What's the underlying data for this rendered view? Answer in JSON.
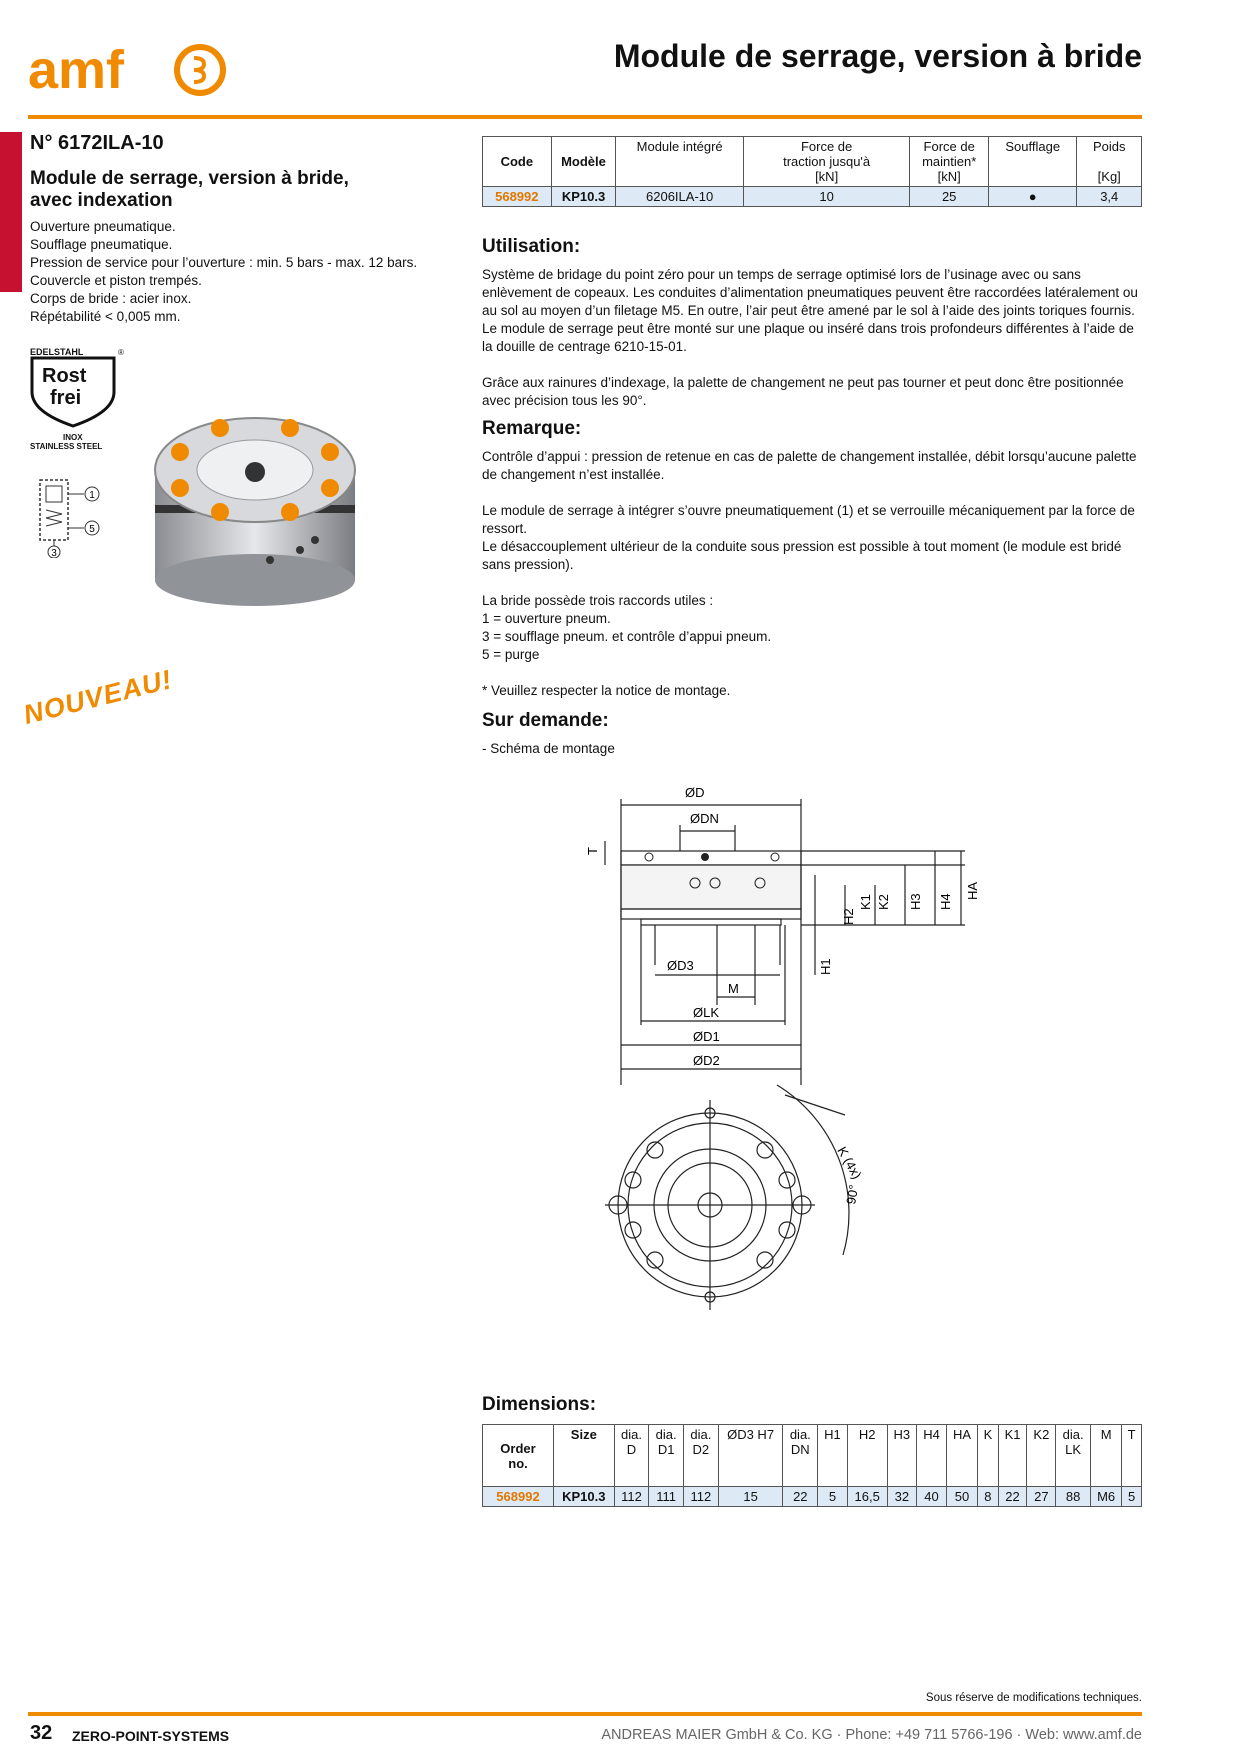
{
  "header": {
    "logo_text": "amf",
    "page_title": "Module de serrage, version à bride"
  },
  "product": {
    "article_no": "N° 6172ILA-10",
    "title_line1": "Module de serrage, version à bride,",
    "title_line2": "avec indexation",
    "features": [
      "Ouverture pneumatique.",
      "Soufflage pneumatique.",
      "Pression de service pour l’ouverture : min. 5 bars - max. 12 bars.",
      "Couvercle et piston trempés.",
      "Corps de bride : acier inox.",
      "Répétabilité < 0,005 mm."
    ],
    "badge": {
      "top": "EDELSTAHL",
      "line1": "Rost",
      "line2": "frei",
      "sub1": "INOX",
      "sub2": "STAINLESS STEEL"
    },
    "schematic_labels": [
      "1",
      "5",
      "3"
    ],
    "new_badge": "NOUVEAU!"
  },
  "spec_table": {
    "headers": [
      "Code",
      "Modèle",
      "Module intégré",
      "Force de traction jusqu'à [kN]",
      "Force de maintien* [kN]",
      "Soufflage",
      "Poids [Kg]"
    ],
    "h_force_a": "Force de",
    "h_force_b": "traction jusqu'à",
    "h_force_c": "[kN]",
    "h_hold_a": "Force de",
    "h_hold_b": "maintien*",
    "h_hold_c": "[kN]",
    "h_weight_a": "Poids",
    "h_weight_c": "[Kg]",
    "row": {
      "code": "568992",
      "model": "KP10.3",
      "module": "6206ILA-10",
      "force": "10",
      "hold": "25",
      "blow": "●",
      "weight": "3,4"
    }
  },
  "utilisation": {
    "heading": "Utilisation:",
    "p1": "Système de bridage du point zéro pour un temps de serrage optimisé lors de l’usinage avec ou sans enlèvement de copeaux. Les conduites d’alimentation pneumatiques peuvent être raccordées latéralement ou au sol au moyen d’un filetage M5. En outre, l’air peut être amené par le sol à l’aide des joints toriques fournis. Le module de serrage peut être monté sur une plaque ou inséré dans trois profondeurs différentes à l’aide de la douille de centrage 6210-15-01.",
    "p2": "Grâce aux rainures d’indexage, la palette de changement ne peut pas tourner et peut donc être positionnée avec précision tous les 90°."
  },
  "remarque": {
    "heading": "Remarque:",
    "p1": "Contrôle d’appui : pression de retenue en cas de palette de changement installée, débit lorsqu’aucune palette de changement n’est installée.",
    "p2a": "Le module de serrage à intégrer s’ouvre pneumatiquement (1) et se verrouille mécaniquement par la force de ressort.",
    "p2b": "Le désaccouplement ultérieur de la conduite sous pression est possible à tout moment (le module est bridé sans pression).",
    "p3a": "La bride possède trois raccords utiles :",
    "p3b": "1 = ouverture pneum.",
    "p3c": "3 = soufflage pneum. et contrôle d’appui pneum.",
    "p3d": "5 = purge",
    "p4": "* Veuillez respecter la notice de montage."
  },
  "sur_demande": {
    "heading": "Sur demande:",
    "item": "- Schéma de montage"
  },
  "drawing_labels": {
    "d": "ØD",
    "dn": "ØDN",
    "d3": "ØD3",
    "m": "M",
    "lk": "ØLK",
    "d1": "ØD1",
    "d2": "ØD2",
    "t": "T",
    "h1": "H1",
    "h2": "H2",
    "k1": "K1",
    "k2": "K2",
    "h3": "H3",
    "h4": "H4",
    "ha": "HA",
    "k4": "K (4x)",
    "angle": "90°"
  },
  "dimensions": {
    "heading": "Dimensions:",
    "h_order_a": "Order",
    "h_order_b": "no.",
    "h_size": "Size",
    "h_d_a": "dia.",
    "h_d_b": "D",
    "h_d1_a": "dia.",
    "h_d1_b": "D1",
    "h_d2_a": "dia.",
    "h_d2_b": "D2",
    "h_d3": "ØD3 H7",
    "h_dn_a": "dia.",
    "h_dn_b": "DN",
    "h_h1": "H1",
    "h_h2": "H2",
    "h_h3": "H3",
    "h_h4": "H4",
    "h_ha": "HA",
    "h_k": "K",
    "h_k1": "K1",
    "h_k2": "K2",
    "h_lk_a": "dia.",
    "h_lk_b": "LK",
    "h_m": "M",
    "h_t": "T",
    "row": {
      "code": "568992",
      "size": "KP10.3",
      "d": "112",
      "d1": "111",
      "d2": "112",
      "d3": "15",
      "dn": "22",
      "h1": "5",
      "h2": "16,5",
      "h3": "32",
      "h4": "40",
      "ha": "50",
      "k": "8",
      "k1": "22",
      "k2": "27",
      "lk": "88",
      "m": "M6",
      "t": "5"
    }
  },
  "footer": {
    "note": "Sous réserve de modifications techniques.",
    "page_no": "32",
    "section": "ZERO-POINT-SYSTEMS",
    "company": "ANDREAS MAIER GmbH & Co. KG · Phone: +49 711 5766-196 · Web: www.amf.de"
  },
  "colors": {
    "brand_orange": "#f08a00",
    "accent_red": "#c41230",
    "table_row": "#dde9f5"
  }
}
